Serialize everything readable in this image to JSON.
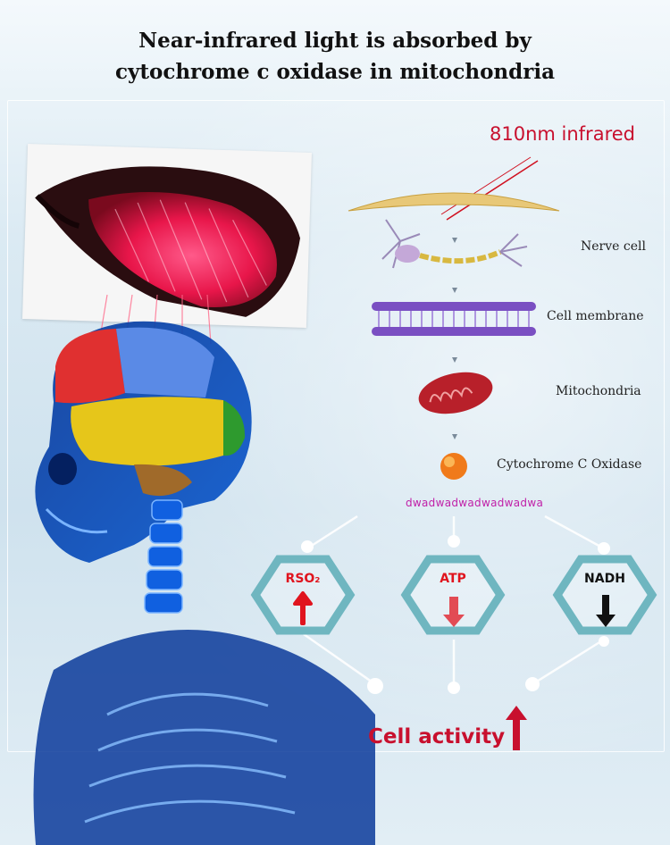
{
  "title": {
    "line1": "Near-infrared light is absorbed by",
    "line2": "cytochrome c oxidase in mitochondria"
  },
  "pathway": {
    "light_label": "810nm infrared",
    "steps": [
      {
        "label": "Nerve cell"
      },
      {
        "label": "Cell membrane"
      },
      {
        "label": "Mitochondria"
      },
      {
        "label": "Cytochrome C Oxidase"
      }
    ]
  },
  "watermark": "dwadwadwadwadwadwa",
  "outcomes": [
    {
      "label": "RSO₂",
      "direction": "up",
      "color": "#e0141e"
    },
    {
      "label": "ATP",
      "direction": "down",
      "color": "#e0141e"
    },
    {
      "label": "NADH",
      "direction": "down",
      "color": "#111111"
    }
  ],
  "result": {
    "label": "Cell activity",
    "direction": "up"
  },
  "colors": {
    "accent_red": "#c8102e",
    "hex_teal": "#6fb6c0",
    "membrane_purple": "#7a4fc2",
    "mitochondria_red": "#b8202a",
    "oxidase_orange": "#f07a1a"
  }
}
